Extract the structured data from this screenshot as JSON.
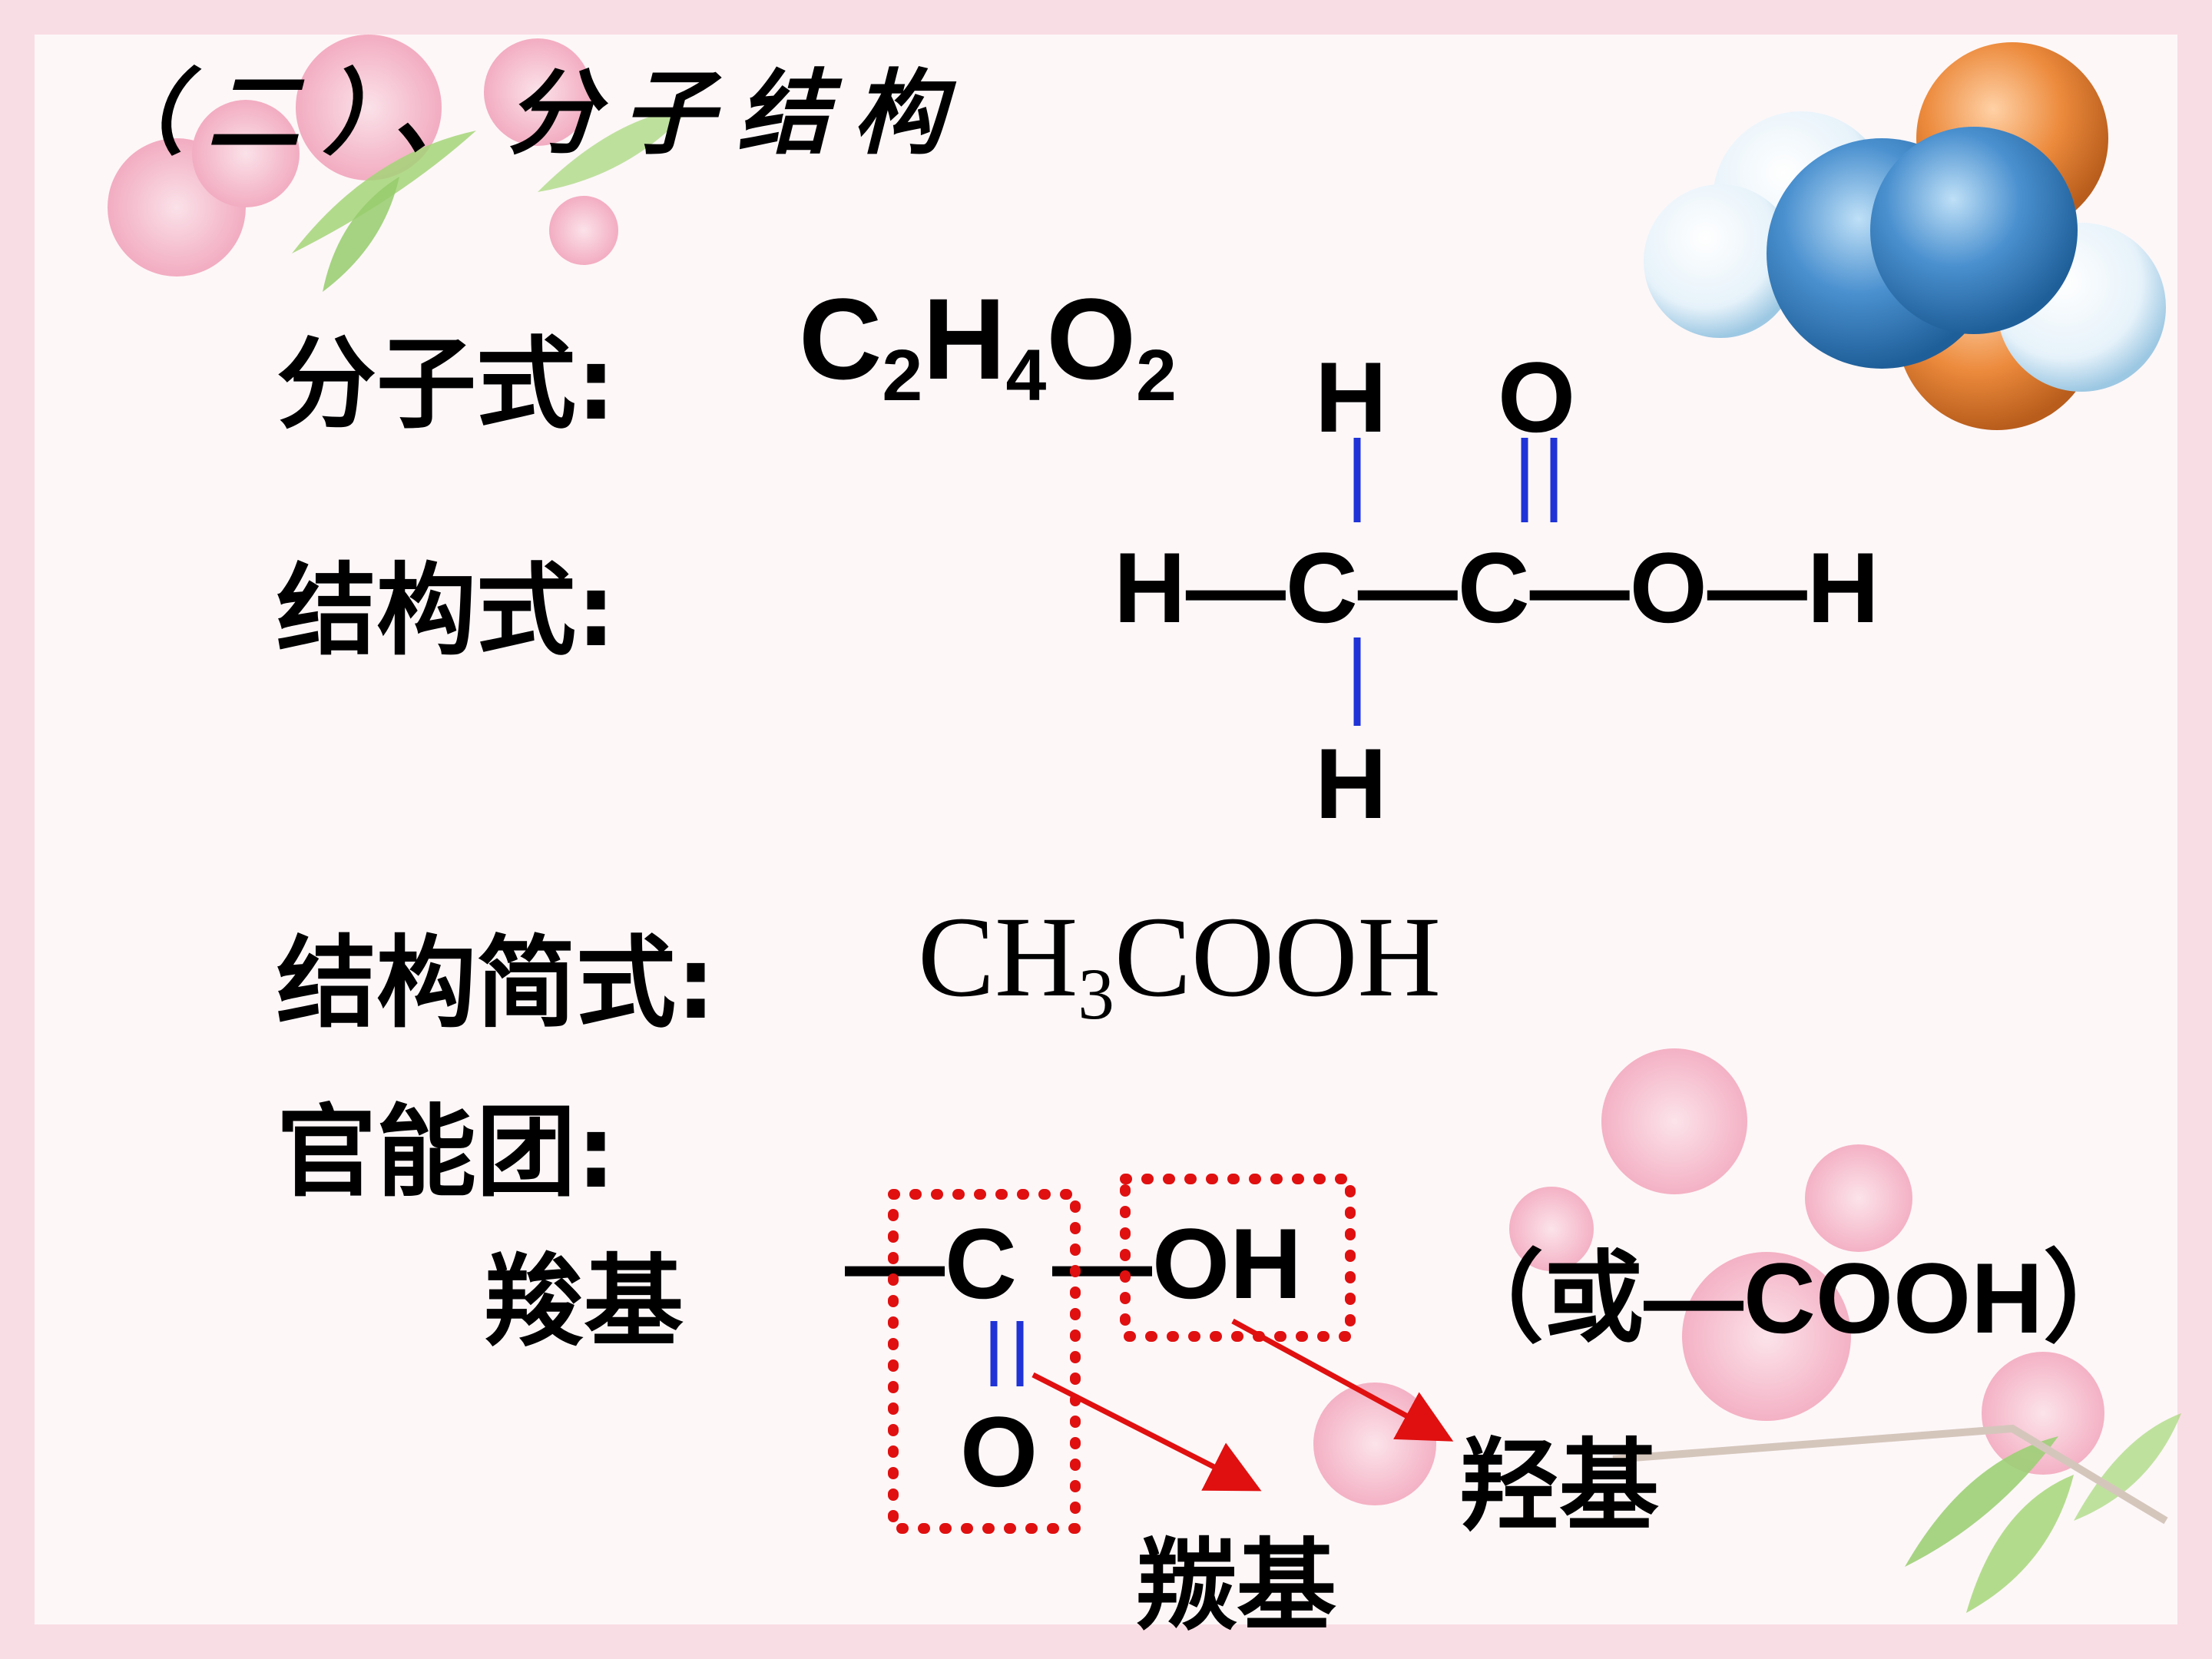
{
  "title": "（二）、分子结构",
  "molecular_formula": {
    "label": "分子式:",
    "C": "C",
    "n_C": "2",
    "H": "H",
    "n_H": "4",
    "O": "O",
    "n_O": "2"
  },
  "structural_formula": {
    "label": "结构式:",
    "top_H": "H",
    "top_O": "O",
    "chain": [
      "H",
      "—",
      "C",
      "—",
      "C",
      "—",
      "O",
      "—",
      "H"
    ],
    "bottom_H": "H"
  },
  "condensed_formula": {
    "label": "结构简式:",
    "part1": "CH",
    "sub": "3",
    "part2": "COOH"
  },
  "functional_group": {
    "label": "官能团:",
    "name": "羧基",
    "group_C": "—C",
    "group_OH": "—OH",
    "group_O": "O",
    "alt": "（或—COOH）",
    "hydroxyl_label": "羟基",
    "carbonyl_label": "羰基"
  },
  "colors": {
    "bond_blue": "#1f33d6",
    "box_red": "#e01010",
    "arrow_red": "#e01010",
    "atom_blue": "#3b82c4",
    "atom_orange": "#e8873a",
    "atom_white": "#eef6fb",
    "petal_pink": "#f3a9bf",
    "leaf_green": "#7cc24a"
  }
}
